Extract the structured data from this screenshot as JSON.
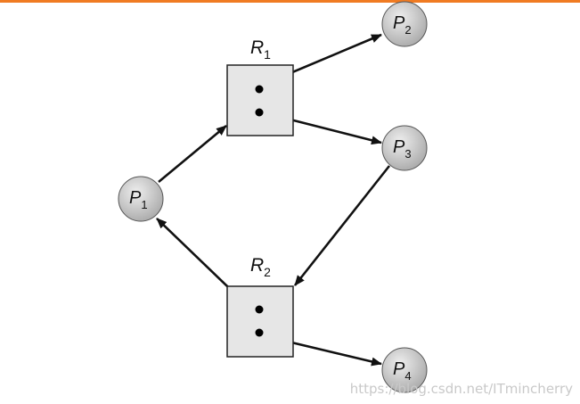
{
  "colors": {
    "top_bar": "#f07b22",
    "resource_fill": "#e6e6e6",
    "process_fill": "#c4c4c4",
    "stroke": "#222222",
    "dot": "#000000",
    "watermark": "#c9c9c9"
  },
  "resources": [
    {
      "name": "R",
      "sub": "1",
      "instances": 2
    },
    {
      "name": "R",
      "sub": "2",
      "instances": 2
    }
  ],
  "processes": [
    {
      "name": "P",
      "sub": "1"
    },
    {
      "name": "P",
      "sub": "2"
    },
    {
      "name": "P",
      "sub": "3"
    },
    {
      "name": "P",
      "sub": "4"
    }
  ],
  "edges": [
    {
      "from": "P1",
      "to": "R1",
      "kind": "request"
    },
    {
      "from": "R1",
      "to": "P2",
      "kind": "assignment"
    },
    {
      "from": "R1",
      "to": "P3",
      "kind": "assignment"
    },
    {
      "from": "P3",
      "to": "R2",
      "kind": "request"
    },
    {
      "from": "R2",
      "to": "P1",
      "kind": "assignment"
    },
    {
      "from": "R2",
      "to": "P4",
      "kind": "assignment"
    }
  ],
  "watermark": "https://blog.csdn.net/ITmincherry"
}
